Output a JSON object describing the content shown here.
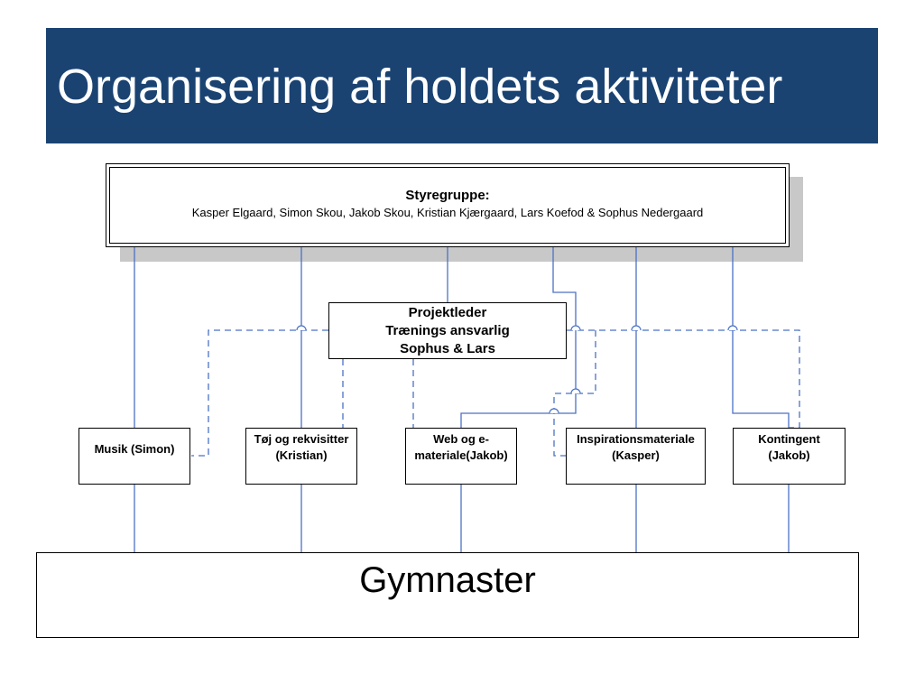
{
  "title": "Organisering af holdets aktiviteter",
  "colors": {
    "title_bg": "#1a4372",
    "title_text": "#ffffff",
    "connector": "#4a72c6",
    "shadow": "#c8c8c8"
  },
  "steering_group": {
    "title": "Styregruppe:",
    "members": "Kasper Elgaard, Simon Skou, Jakob Skou, Kristian Kjærgaard, Lars Koefod & Sophus Nedergaard"
  },
  "project_leader": {
    "line1": "Projektleder",
    "line2": "Trænings ansvarlig",
    "line3": "Sophus & Lars"
  },
  "activities": [
    {
      "line1": "Musik (Simon)",
      "line2": ""
    },
    {
      "line1": "Tøj og rekvisitter",
      "line2": "(Kristian)"
    },
    {
      "line1": "Web og e-",
      "line2": "materiale(Jakob)"
    },
    {
      "line1": "Inspirationsmateriale",
      "line2": "(Kasper)"
    },
    {
      "line1": "Kontingent",
      "line2": "(Jakob)"
    }
  ],
  "gymnasts": {
    "label": "Gymnaster"
  }
}
